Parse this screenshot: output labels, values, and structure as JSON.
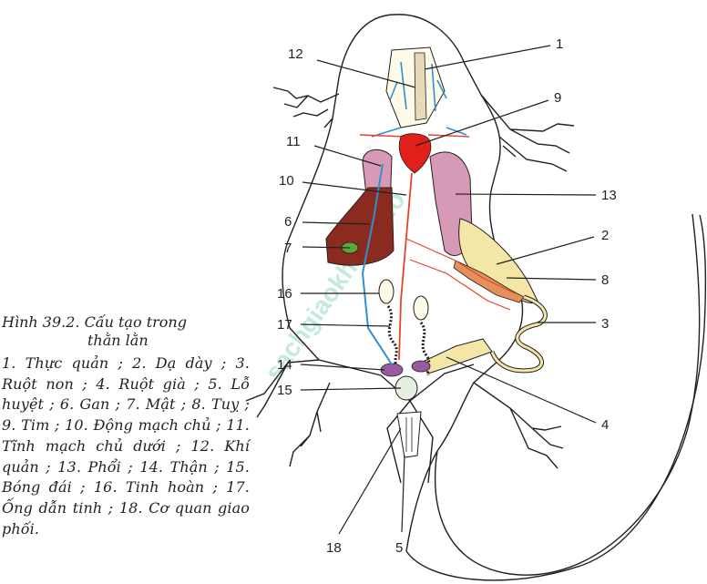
{
  "caption": {
    "title_line1": "Hình 39.2. Cấu tạo trong",
    "title_line2": "thằn lằn",
    "legend": "1. Thực quản ; 2. Dạ dày ; 3. Ruột non ; 4. Ruột già ; 5. Lỗ huyệt ; 6. Gan ; 7. Mật ; 8. Tuỵ ; 9. Tim ; 10. Động mạch chủ ; 11. Tĩnh mạch chủ dưới ; 12. Khí quản ; 13. Phổi ; 14. Thận ; 15. Bóng đái ; 16. Tinh hoàn ; 17. Ống dẫn tinh ; 18. Cơ quan giao phối."
  },
  "labels": {
    "n1": "1",
    "n2": "2",
    "n3": "3",
    "n4": "4",
    "n5": "5",
    "n6": "6",
    "n7": "7",
    "n8": "8",
    "n9": "9",
    "n10": "10",
    "n11": "11",
    "n12": "12",
    "n13": "13",
    "n14": "14",
    "n15": "15",
    "n16": "16",
    "n17": "17",
    "n18": "18"
  },
  "watermark": "sachgiaokhoa.info",
  "colors": {
    "outline": "#231f20",
    "artery": "#e8432a",
    "vein": "#2f8fd0",
    "lung": "#d79ab6",
    "liver": "#8b2a1e",
    "gall": "#5aa83a",
    "stomach": "#f4e6a6",
    "pancreas": "#e3905a",
    "heart": "#e0201b",
    "bladder": "#e6f0e0",
    "kidney": "#9a5aa0"
  }
}
